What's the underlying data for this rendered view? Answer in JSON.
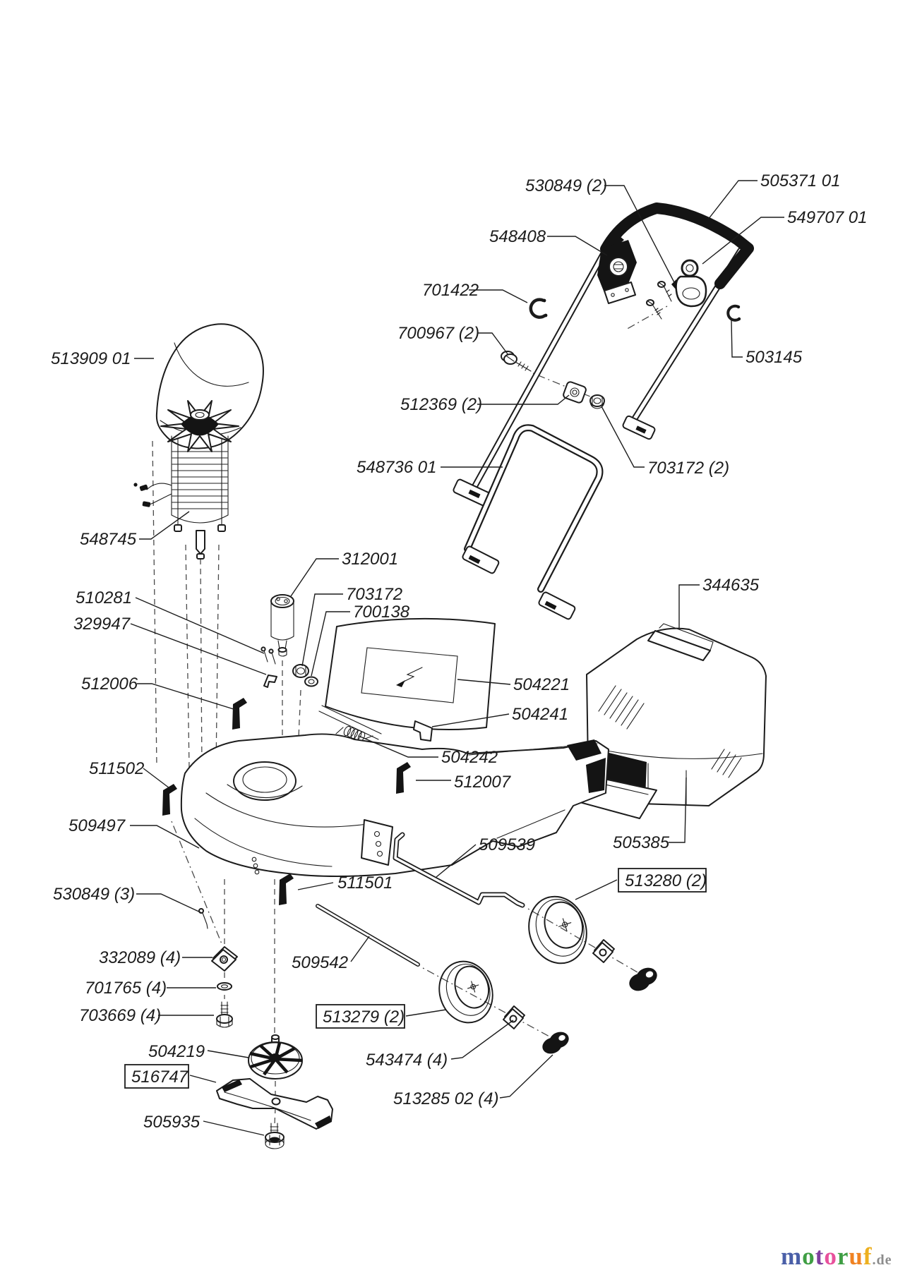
{
  "page": {
    "background": "#ffffff"
  },
  "labels": [
    {
      "id": "530849-2",
      "text": "530849 (2)"
    },
    {
      "id": "505371-01",
      "text": "505371 01"
    },
    {
      "id": "548408",
      "text": "548408"
    },
    {
      "id": "549707-01",
      "text": "549707 01"
    },
    {
      "id": "701422",
      "text": "701422"
    },
    {
      "id": "700967-2",
      "text": "700967 (2)"
    },
    {
      "id": "503145",
      "text": "503145"
    },
    {
      "id": "512369-2",
      "text": "512369 (2)"
    },
    {
      "id": "703172-2",
      "text": "703172 (2)"
    },
    {
      "id": "548736-01",
      "text": "548736 01"
    },
    {
      "id": "513909-01",
      "text": "513909 01"
    },
    {
      "id": "548745",
      "text": "548745"
    },
    {
      "id": "312001",
      "text": "312001"
    },
    {
      "id": "703172",
      "text": "703172"
    },
    {
      "id": "700138",
      "text": "700138"
    },
    {
      "id": "510281",
      "text": "510281"
    },
    {
      "id": "329947",
      "text": "329947"
    },
    {
      "id": "344635",
      "text": "344635"
    },
    {
      "id": "512006",
      "text": "512006"
    },
    {
      "id": "504221",
      "text": "504221"
    },
    {
      "id": "504241",
      "text": "504241"
    },
    {
      "id": "504242",
      "text": "504242"
    },
    {
      "id": "511502",
      "text": "511502"
    },
    {
      "id": "512007",
      "text": "512007"
    },
    {
      "id": "509497",
      "text": "509497"
    },
    {
      "id": "505385",
      "text": "505385"
    },
    {
      "id": "509539",
      "text": "509539"
    },
    {
      "id": "513280-2",
      "text": "513280 (2)"
    },
    {
      "id": "530849-3",
      "text": "530849 (3)"
    },
    {
      "id": "511501",
      "text": "511501"
    },
    {
      "id": "509542",
      "text": "509542"
    },
    {
      "id": "332089-4",
      "text": "332089 (4)"
    },
    {
      "id": "701765-4",
      "text": "701765 (4)"
    },
    {
      "id": "703669-4",
      "text": "703669 (4)"
    },
    {
      "id": "513279-2",
      "text": "513279 (2)"
    },
    {
      "id": "504219",
      "text": "504219"
    },
    {
      "id": "516747",
      "text": "516747"
    },
    {
      "id": "543474-4",
      "text": "543474 (4)"
    },
    {
      "id": "505935",
      "text": "505935"
    },
    {
      "id": "513285-02-4",
      "text": "513285 02 (4)"
    }
  ],
  "logo": {
    "letters": [
      {
        "ch": "m",
        "color": "#4a5fa8"
      },
      {
        "ch": "o",
        "color": "#3f9e44"
      },
      {
        "ch": "t",
        "color": "#7e3f9e"
      },
      {
        "ch": "o",
        "color": "#e8519c"
      },
      {
        "ch": "r",
        "color": "#3f9e44"
      },
      {
        "ch": "u",
        "color": "#f08221"
      },
      {
        "ch": "f",
        "color": "#edb01f"
      }
    ],
    "suffix": {
      "ch": ".de",
      "color": "#8c8c8c"
    }
  }
}
